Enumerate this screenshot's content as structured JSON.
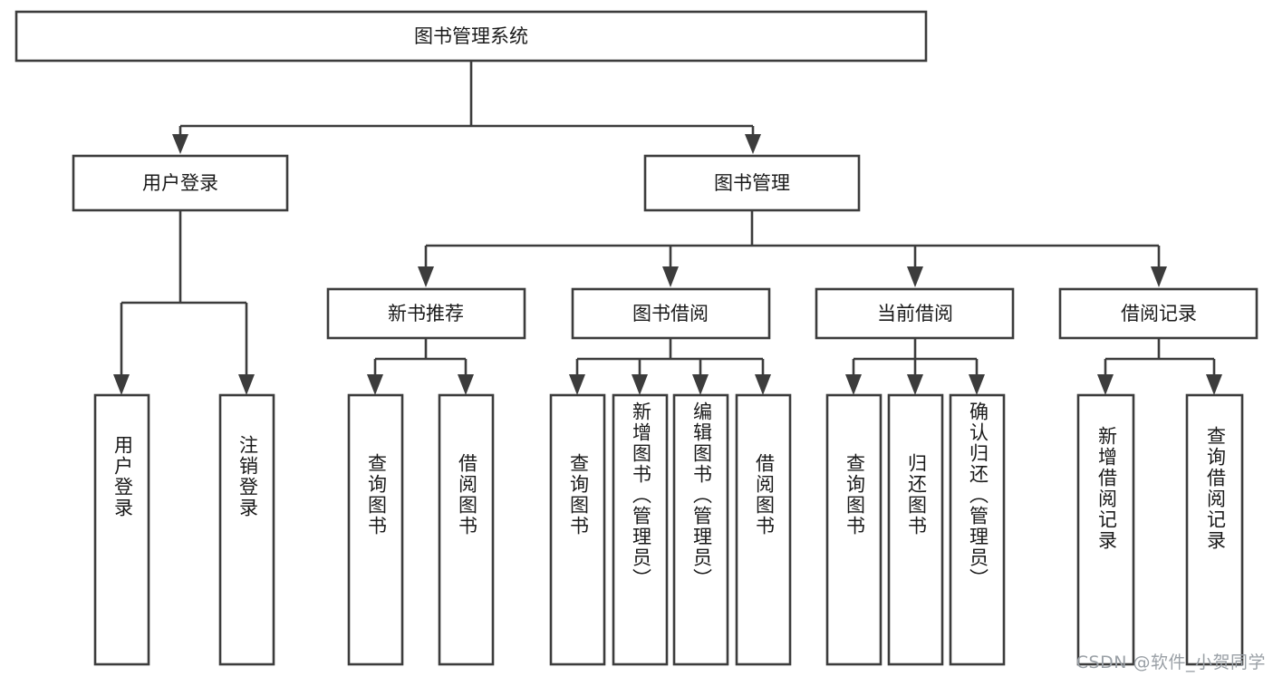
{
  "diagram": {
    "title": "图书管理系统",
    "watermark": "CSDN @软件_小贺同学",
    "colors": {
      "stroke": "#3c3c3c",
      "box_fill": "#ffffff",
      "text": "#1a1a1a",
      "background": "#ffffff",
      "watermark": "#9aa0a6"
    },
    "root": {
      "label": "图书管理系统"
    },
    "level2": [
      {
        "label": "用户登录"
      },
      {
        "label": "图书管理"
      }
    ],
    "level3": [
      {
        "label": "新书推荐"
      },
      {
        "label": "图书借阅"
      },
      {
        "label": "当前借阅"
      },
      {
        "label": "借阅记录"
      }
    ],
    "leaves": {
      "user_login": [
        {
          "label": "用户登录"
        },
        {
          "label": "注销登录"
        }
      ],
      "new_book_recommend": [
        {
          "label": "查询图书"
        },
        {
          "label": "借阅图书"
        }
      ],
      "book_borrow": [
        {
          "label": "查询图书"
        },
        {
          "label": "新增图书（管理员）"
        },
        {
          "label": "编辑图书（管理员）"
        },
        {
          "label": "借阅图书"
        }
      ],
      "current_borrow": [
        {
          "label": "查询图书"
        },
        {
          "label": "归还图书"
        },
        {
          "label": "确认归还（管理员）"
        }
      ],
      "borrow_records": [
        {
          "label": "新增借阅记录"
        },
        {
          "label": "查询借阅记录"
        }
      ]
    }
  },
  "chart_data": {
    "type": "table",
    "title": "图书管理系统 功能结构图",
    "hierarchy": [
      {
        "level": 1,
        "label": "图书管理系统",
        "children": [
          {
            "level": 2,
            "label": "用户登录",
            "children": [
              {
                "level": 3,
                "label": "用户登录"
              },
              {
                "level": 3,
                "label": "注销登录"
              }
            ]
          },
          {
            "level": 2,
            "label": "图书管理",
            "children": [
              {
                "level": 3,
                "label": "新书推荐",
                "children": [
                  {
                    "level": 4,
                    "label": "查询图书"
                  },
                  {
                    "level": 4,
                    "label": "借阅图书"
                  }
                ]
              },
              {
                "level": 3,
                "label": "图书借阅",
                "children": [
                  {
                    "level": 4,
                    "label": "查询图书"
                  },
                  {
                    "level": 4,
                    "label": "新增图书（管理员）"
                  },
                  {
                    "level": 4,
                    "label": "编辑图书（管理员）"
                  },
                  {
                    "level": 4,
                    "label": "借阅图书"
                  }
                ]
              },
              {
                "level": 3,
                "label": "当前借阅",
                "children": [
                  {
                    "level": 4,
                    "label": "查询图书"
                  },
                  {
                    "level": 4,
                    "label": "归还图书"
                  },
                  {
                    "level": 4,
                    "label": "确认归还（管理员）"
                  }
                ]
              },
              {
                "level": 3,
                "label": "借阅记录",
                "children": [
                  {
                    "level": 4,
                    "label": "新增借阅记录"
                  },
                  {
                    "level": 4,
                    "label": "查询借阅记录"
                  }
                ]
              }
            ]
          }
        ]
      }
    ]
  }
}
